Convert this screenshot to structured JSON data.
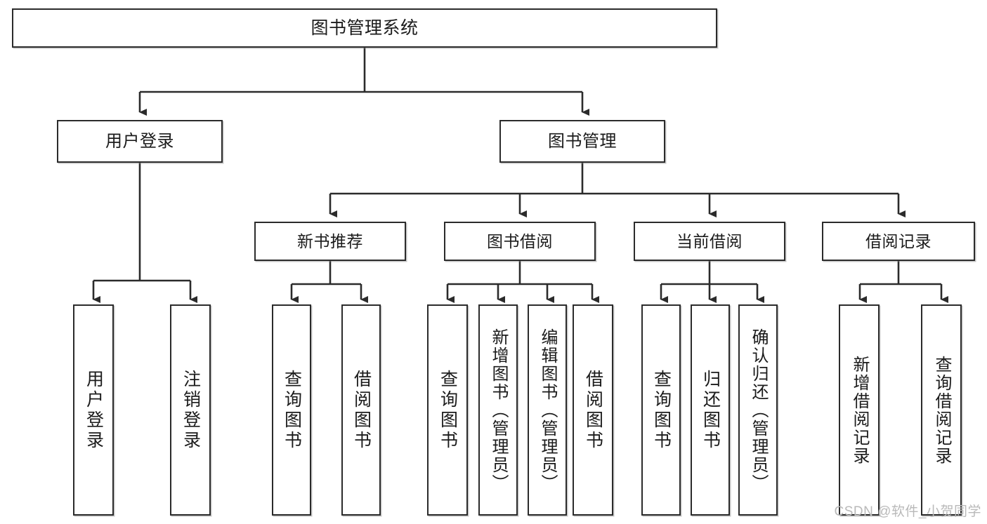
{
  "diagram": {
    "title": "图书管理系统",
    "type": "tree-hierarchy-functional-decomposition",
    "watermark": "CSDN @软件_小贺同学",
    "colors": {
      "box_border": "#2b2b2b",
      "box_fill": "#ffffff",
      "connector": "#2b2b2b",
      "text": "#1b1b1b",
      "watermark": "#b9b9b9"
    },
    "root": {
      "label": "图书管理系统"
    },
    "level2": [
      {
        "label": "用户登录"
      },
      {
        "label": "图书管理"
      }
    ],
    "level3": [
      {
        "label": "新书推荐"
      },
      {
        "label": "图书借阅"
      },
      {
        "label": "当前借阅"
      },
      {
        "label": "借阅记录"
      }
    ],
    "leaves": {
      "user_login": [
        {
          "label": "用户登录"
        },
        {
          "label": "注销登录"
        }
      ],
      "new_book_recommend": [
        {
          "label": "查询图书"
        },
        {
          "label": "借阅图书"
        }
      ],
      "book_borrow": [
        {
          "label": "查询图书"
        },
        {
          "label": "新增图书（管理员）"
        },
        {
          "label": "编辑图书（管理员）"
        },
        {
          "label": "借阅图书"
        }
      ],
      "current_borrow": [
        {
          "label": "查询图书"
        },
        {
          "label": "归还图书"
        },
        {
          "label": "确认归还（管理员）"
        }
      ],
      "borrow_record": [
        {
          "label": "新增借阅记录"
        },
        {
          "label": "查询借阅记录"
        }
      ]
    }
  }
}
